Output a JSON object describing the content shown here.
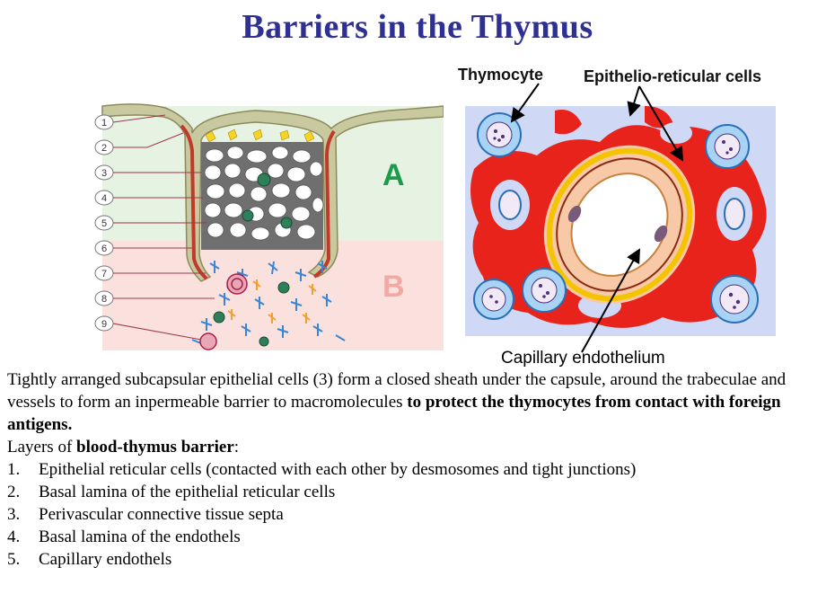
{
  "title": "Barriers in the Thymus",
  "left_figure": {
    "numbers": [
      "1",
      "2",
      "3",
      "4",
      "5",
      "6",
      "7",
      "8",
      "9"
    ],
    "zone_a": "A",
    "zone_b": "B"
  },
  "right_figure": {
    "label_thymocyte": "Thymocyte",
    "label_epithelio": "Epithelio-reticular cells",
    "label_capillary": "Capillary endothelium"
  },
  "text": {
    "para_normal": "Tightly arranged subcapsular epithelial cells (3) form a closed sheath under the capsule, around the trabeculae and vessels to  form an inpermeable barrier to macromolecules ",
    "para_bold": "to protect the thymocytes from contact with foreign antigens.",
    "layers_prefix": "Layers of ",
    "layers_bold": "blood-thymus barrier",
    "layers_suffix": ":",
    "items": [
      {
        "num": "1.",
        "text": "Epithelial reticular  cells (contacted with each other  by desmosomes and tight junctions)"
      },
      {
        "num": "2.",
        "text": "Basal lamina of the epithelial reticular cells"
      },
      {
        "num": "3.",
        "text": "Perivascular connective tissue septa"
      },
      {
        "num": "4.",
        "text": "Basal lamina of the endothels"
      },
      {
        "num": "5.",
        "text": "Capillary endothels"
      }
    ]
  },
  "colors": {
    "title": "#2e3192",
    "zone_a": "#1a9c4a",
    "zone_b": "#f3a9a3",
    "epithelial_red": "#e8231c",
    "capillary_yellow": "#f5c400",
    "background_blue": "#cfd8f5"
  }
}
